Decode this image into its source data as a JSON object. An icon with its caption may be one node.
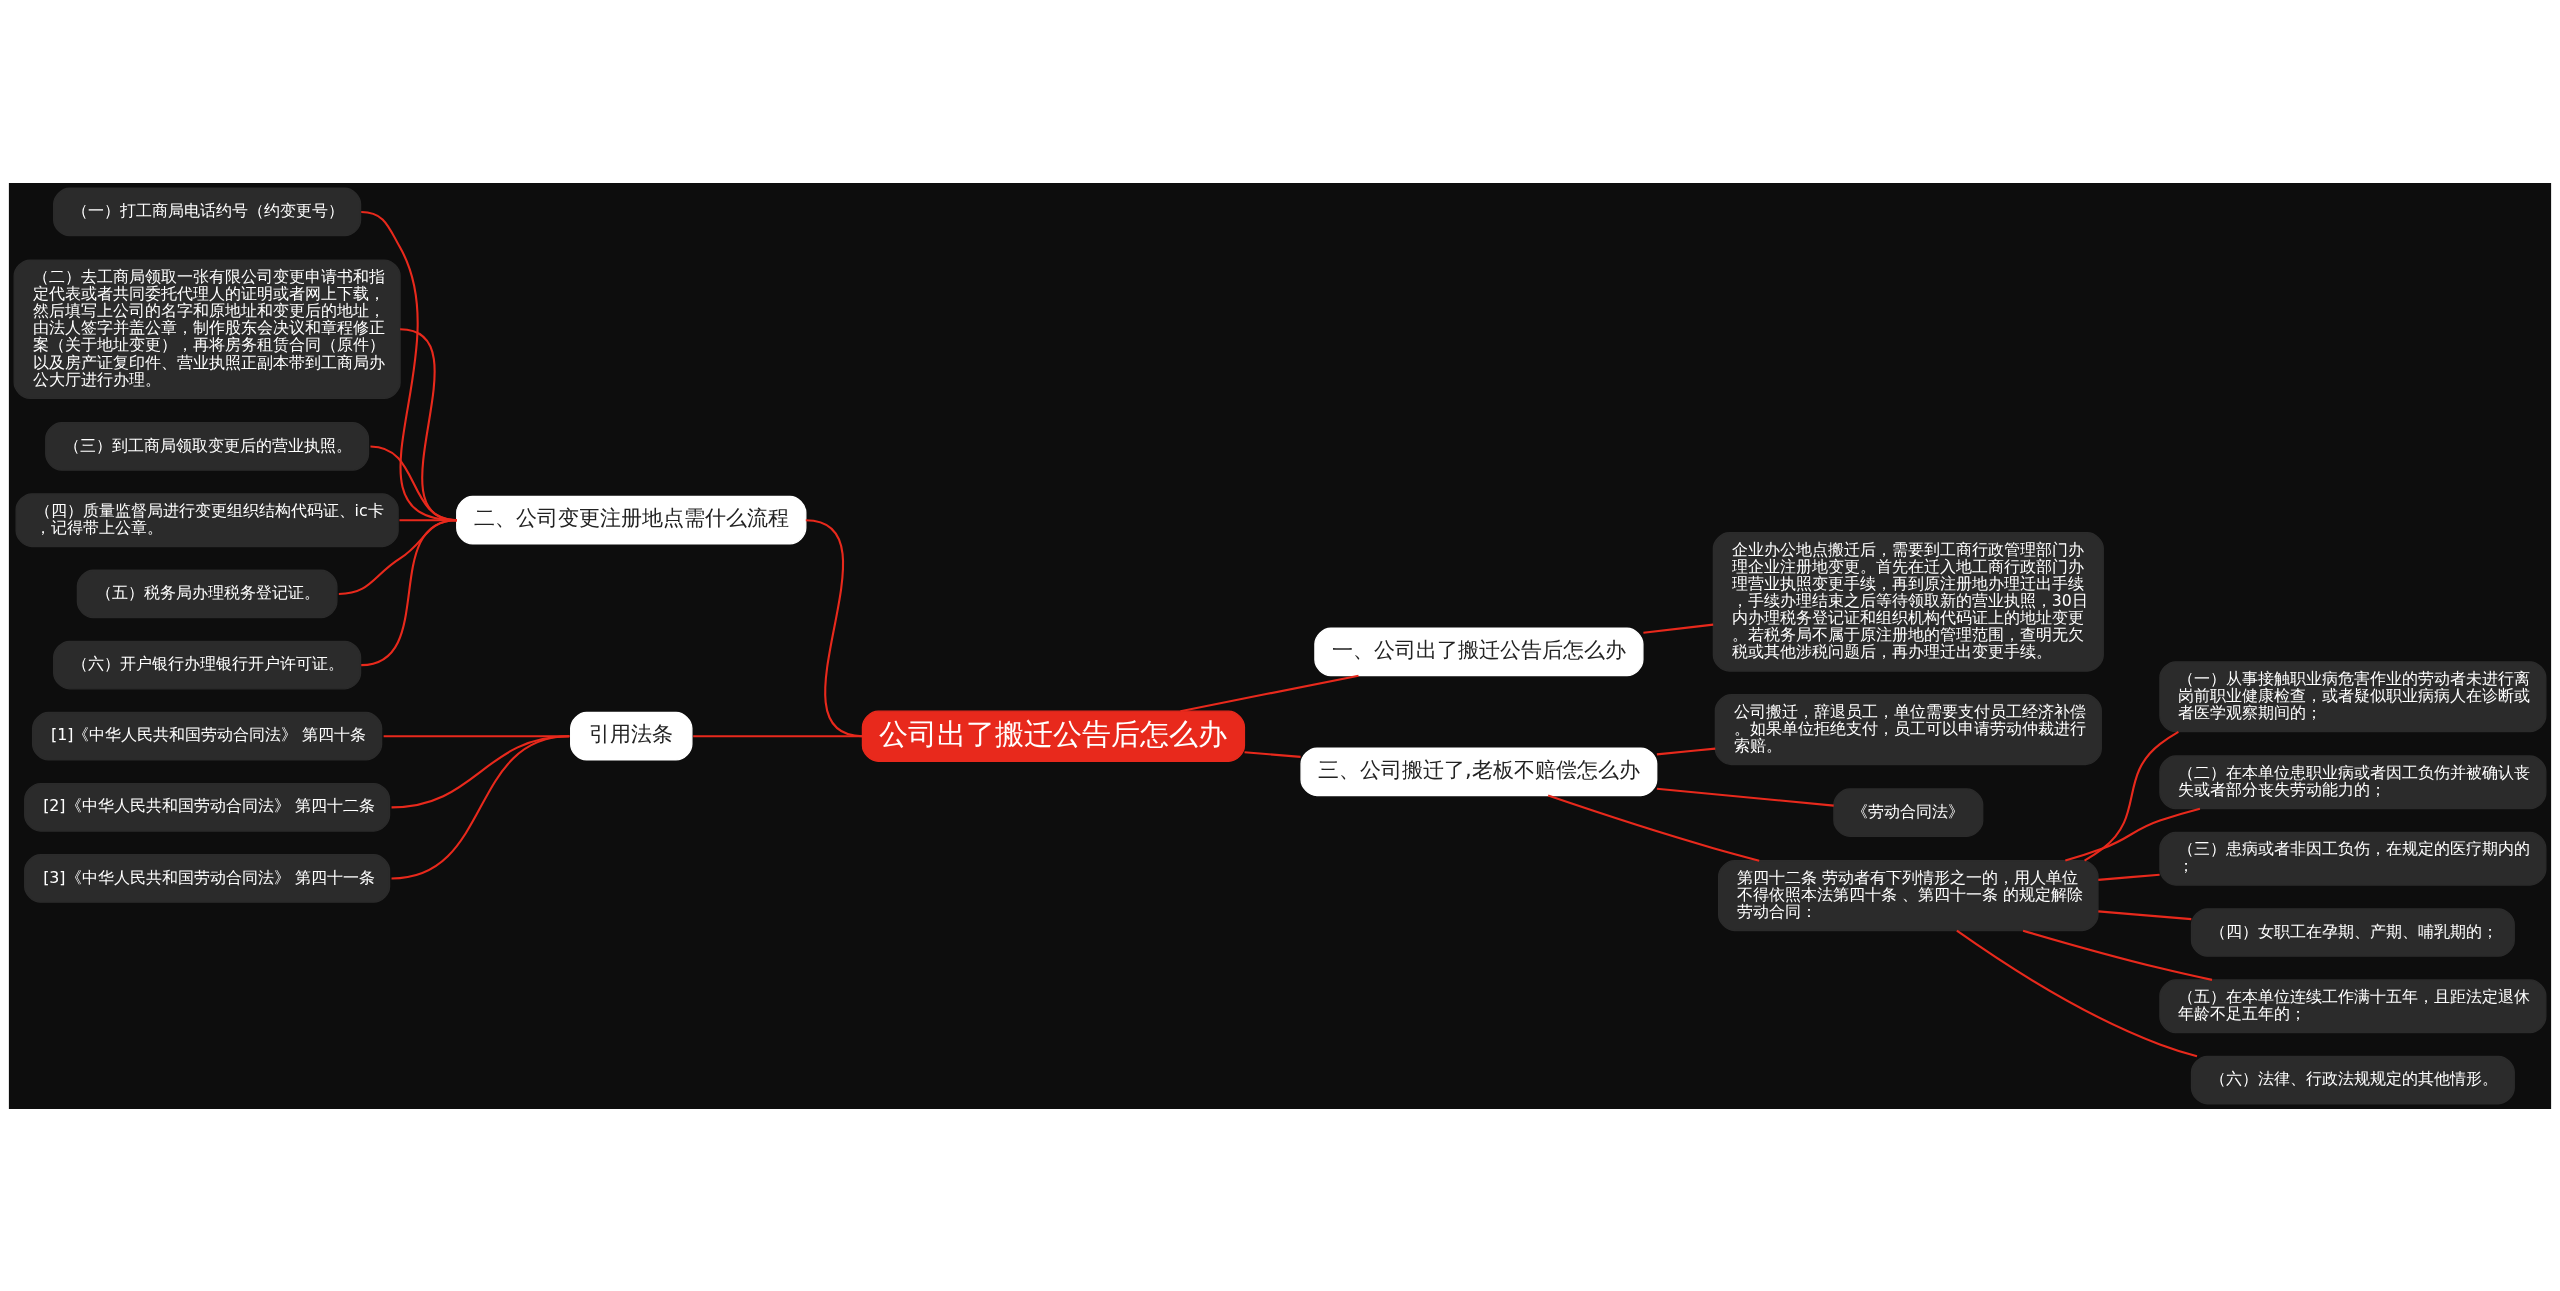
{
  "diagram": {
    "nodes": [
      {
        "text": [
          "公司出了搬迁公告后怎么办"
        ]
      },
      {
        "text": [
          "一、公司出了搬迁公告后怎么办"
        ]
      },
      {
        "text": [
          "企业办公地点搬迁后，需要到工商行政管理部门办理企业注册地变更。首先在迁入地工商行政部门办理营业执照变更手续，再到原注册地办理迁出手续，手续办理结束之后等待领取新的营业执照，30日内办理税务登记证和组织机构代码证上的地址变更。若税务局不属于原注册地的管理范围，查明无欠税或其他涉税问题后，再办理迁出变更手续。"
        ]
      },
      {
        "text": [
          "三、公司搬迁了,老板不赔偿怎么办"
        ]
      },
      {
        "text": [
          "公司搬迁，辞退员工，单位需要支付员工经济补偿。如果单位拒绝支付，员工可以申请劳动仲裁进行索赔。"
        ]
      },
      {
        "text": [
          "《劳动合同法》"
        ]
      },
      {
        "text": [
          "第四十二条 劳动者有下列情形之一的，用人单位不得依照本法第四十条 、第四十一条 的规定解除劳动合同："
        ]
      },
      {
        "text": [
          "（一）从事接触职业病危害作业的劳动者未进行离岗前职业健康检查，或者疑似职业病病人在诊断或者医学观察期间的；"
        ]
      },
      {
        "text": [
          "（二）在本单位患职业病或者因工负伤并被确认丧失或者部分丧失劳动能力的；"
        ]
      },
      {
        "text": [
          "（三）患病或者非因工负伤，在规定的医疗期内的；"
        ]
      },
      {
        "text": [
          "（四）女职工在孕期、产期、哺乳期的；"
        ]
      },
      {
        "text": [
          "（五）在本单位连续工作满十五年，且距法定退休年龄不足五年的；"
        ]
      },
      {
        "text": [
          "（六）法律、行政法规规定的其他情形。"
        ]
      },
      {
        "text": [
          "二、公司变更注册地点需什么流程"
        ]
      },
      {
        "text": [
          "（一）打工商局电话约号（约变更号）"
        ]
      },
      {
        "text": [
          "（二）去工商局领取一张有限公司变更申请书和指定代表或者共同委托代理人的证明或者网上下载，然后填写上公司的名字和原地址和变更后的地址，由法人签字并盖公章，制作股东会决议和章程修正案（关于地址变更），再将房务租赁合同（原件）以及房产证复印件、营业执照正副本带到工商局办公大厅进行办理。"
        ]
      },
      {
        "text": [
          "（三）到工商局领取变更后的营业执照。"
        ]
      },
      {
        "text": [
          "（四）质量监督局进行变更组织结构代码证、ic卡，记得带上公章。"
        ]
      },
      {
        "text": [
          "（五）税务局办理税务登记证。"
        ]
      },
      {
        "text": [
          "（六）开户银行办理银行开户许可证。"
        ]
      },
      {
        "text": [
          "引用法条"
        ]
      },
      {
        "text": [
          "[1]《中华人民共和国劳动合同法》 第四十条"
        ]
      },
      {
        "text": [
          "[2]《中华人民共和国劳动合同法》 第四十二条"
        ]
      },
      {
        "text": [
          "[3]《中华人民共和国劳动合同法》 第四十一条"
        ]
      }
    ],
    "edges": [
      {
        "from": 0,
        "to": 1,
        "arrow": "none"
      },
      {
        "from": 1,
        "to": 2,
        "arrow": "none"
      },
      {
        "from": 0,
        "to": 3,
        "arrow": "none"
      },
      {
        "from": 3,
        "to": 4,
        "arrow": "none"
      },
      {
        "from": 3,
        "to": 5,
        "arrow": "none"
      },
      {
        "from": 3,
        "to": 6,
        "arrow": "none"
      },
      {
        "from": 6,
        "to": 7,
        "arrow": "none"
      },
      {
        "from": 6,
        "to": 8,
        "arrow": "none"
      },
      {
        "from": 6,
        "to": 9,
        "arrow": "none"
      },
      {
        "from": 6,
        "to": 10,
        "arrow": "none"
      },
      {
        "from": 6,
        "to": 11,
        "arrow": "none"
      },
      {
        "from": 6,
        "to": 12,
        "arrow": "none"
      },
      {
        "from": 0,
        "to": 13,
        "arrow": "none"
      },
      {
        "from": 13,
        "to": 14,
        "arrow": "none"
      },
      {
        "from": 13,
        "to": 15,
        "arrow": "none"
      },
      {
        "from": 13,
        "to": 16,
        "arrow": "none"
      },
      {
        "from": 13,
        "to": 17,
        "arrow": "none"
      },
      {
        "from": 13,
        "to": 18,
        "arrow": "none"
      },
      {
        "from": 13,
        "to": 19,
        "arrow": "none"
      },
      {
        "from": 0,
        "to": 20,
        "arrow": "none"
      },
      {
        "from": 20,
        "to": 21,
        "arrow": "none"
      },
      {
        "from": 20,
        "to": 22,
        "arrow": "none"
      },
      {
        "from": 20,
        "to": 23,
        "arrow": "none"
      }
    ]
  }
}
